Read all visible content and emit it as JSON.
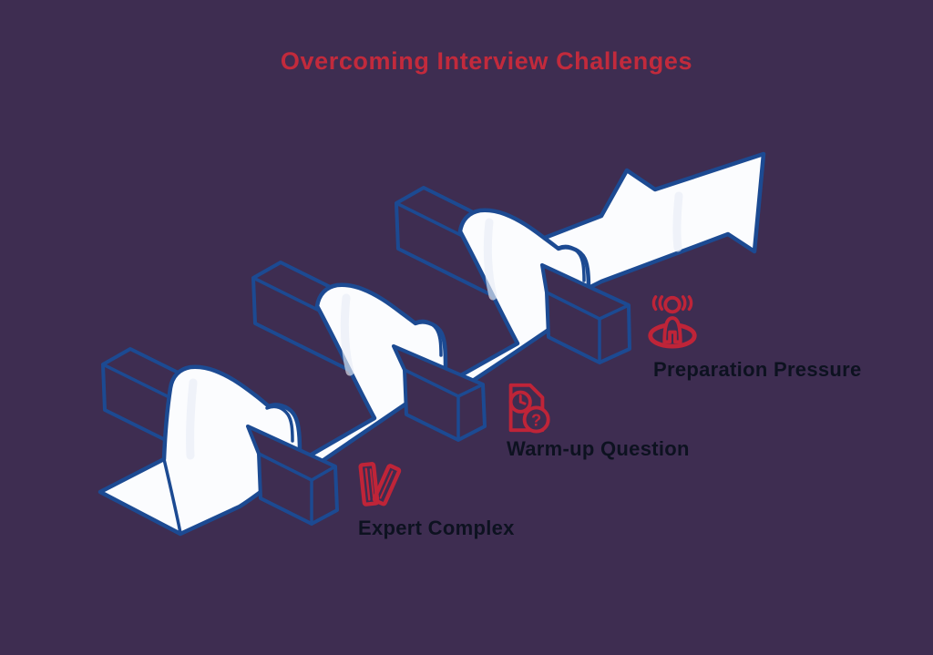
{
  "title": "Overcoming Interview Challenges",
  "items": [
    {
      "label": "Expert Complex",
      "icon": "books-icon"
    },
    {
      "label": "Warm-up Question",
      "icon": "document-clock-question-icon"
    },
    {
      "label": "Preparation Pressure",
      "icon": "person-under-pressure-icon"
    }
  ],
  "icons": {
    "question_mark": "?"
  },
  "illustration": {
    "hurdle_count": 3,
    "description": "white ribbon arrow weaving over three isometric hurdle bars, pointing to the upper right"
  },
  "colors": {
    "background": "#3e2d51",
    "outline_blue": "#1c4a92",
    "ribbon_white": "#fbfcfe",
    "title_red": "#c22a3c",
    "icon_red": "#bf2438",
    "label_dark": "#0d1220"
  }
}
